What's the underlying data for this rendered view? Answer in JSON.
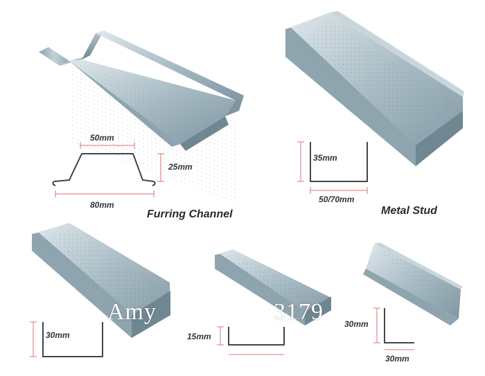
{
  "products": {
    "furring_channel": {
      "label": "Furring Channel",
      "dim_top": "50mm",
      "dim_height": "25mm",
      "dim_bottom": "80mm"
    },
    "metal_stud": {
      "label": "Metal Stud",
      "dim_height": "35mm",
      "dim_width": "50/70mm"
    },
    "u_track": {
      "dim_height": "30mm"
    },
    "small_channel": {
      "dim_height": "15mm"
    },
    "wall_angle": {
      "dim_height": "30mm",
      "dim_width": "30mm"
    }
  },
  "watermark": {
    "left": "Amy",
    "right": "3179"
  },
  "colors": {
    "metal_light": "#c9d6dc",
    "metal_mid": "#9fb2bc",
    "metal_dark": "#6f8792",
    "dim_line": "#e07070"
  }
}
